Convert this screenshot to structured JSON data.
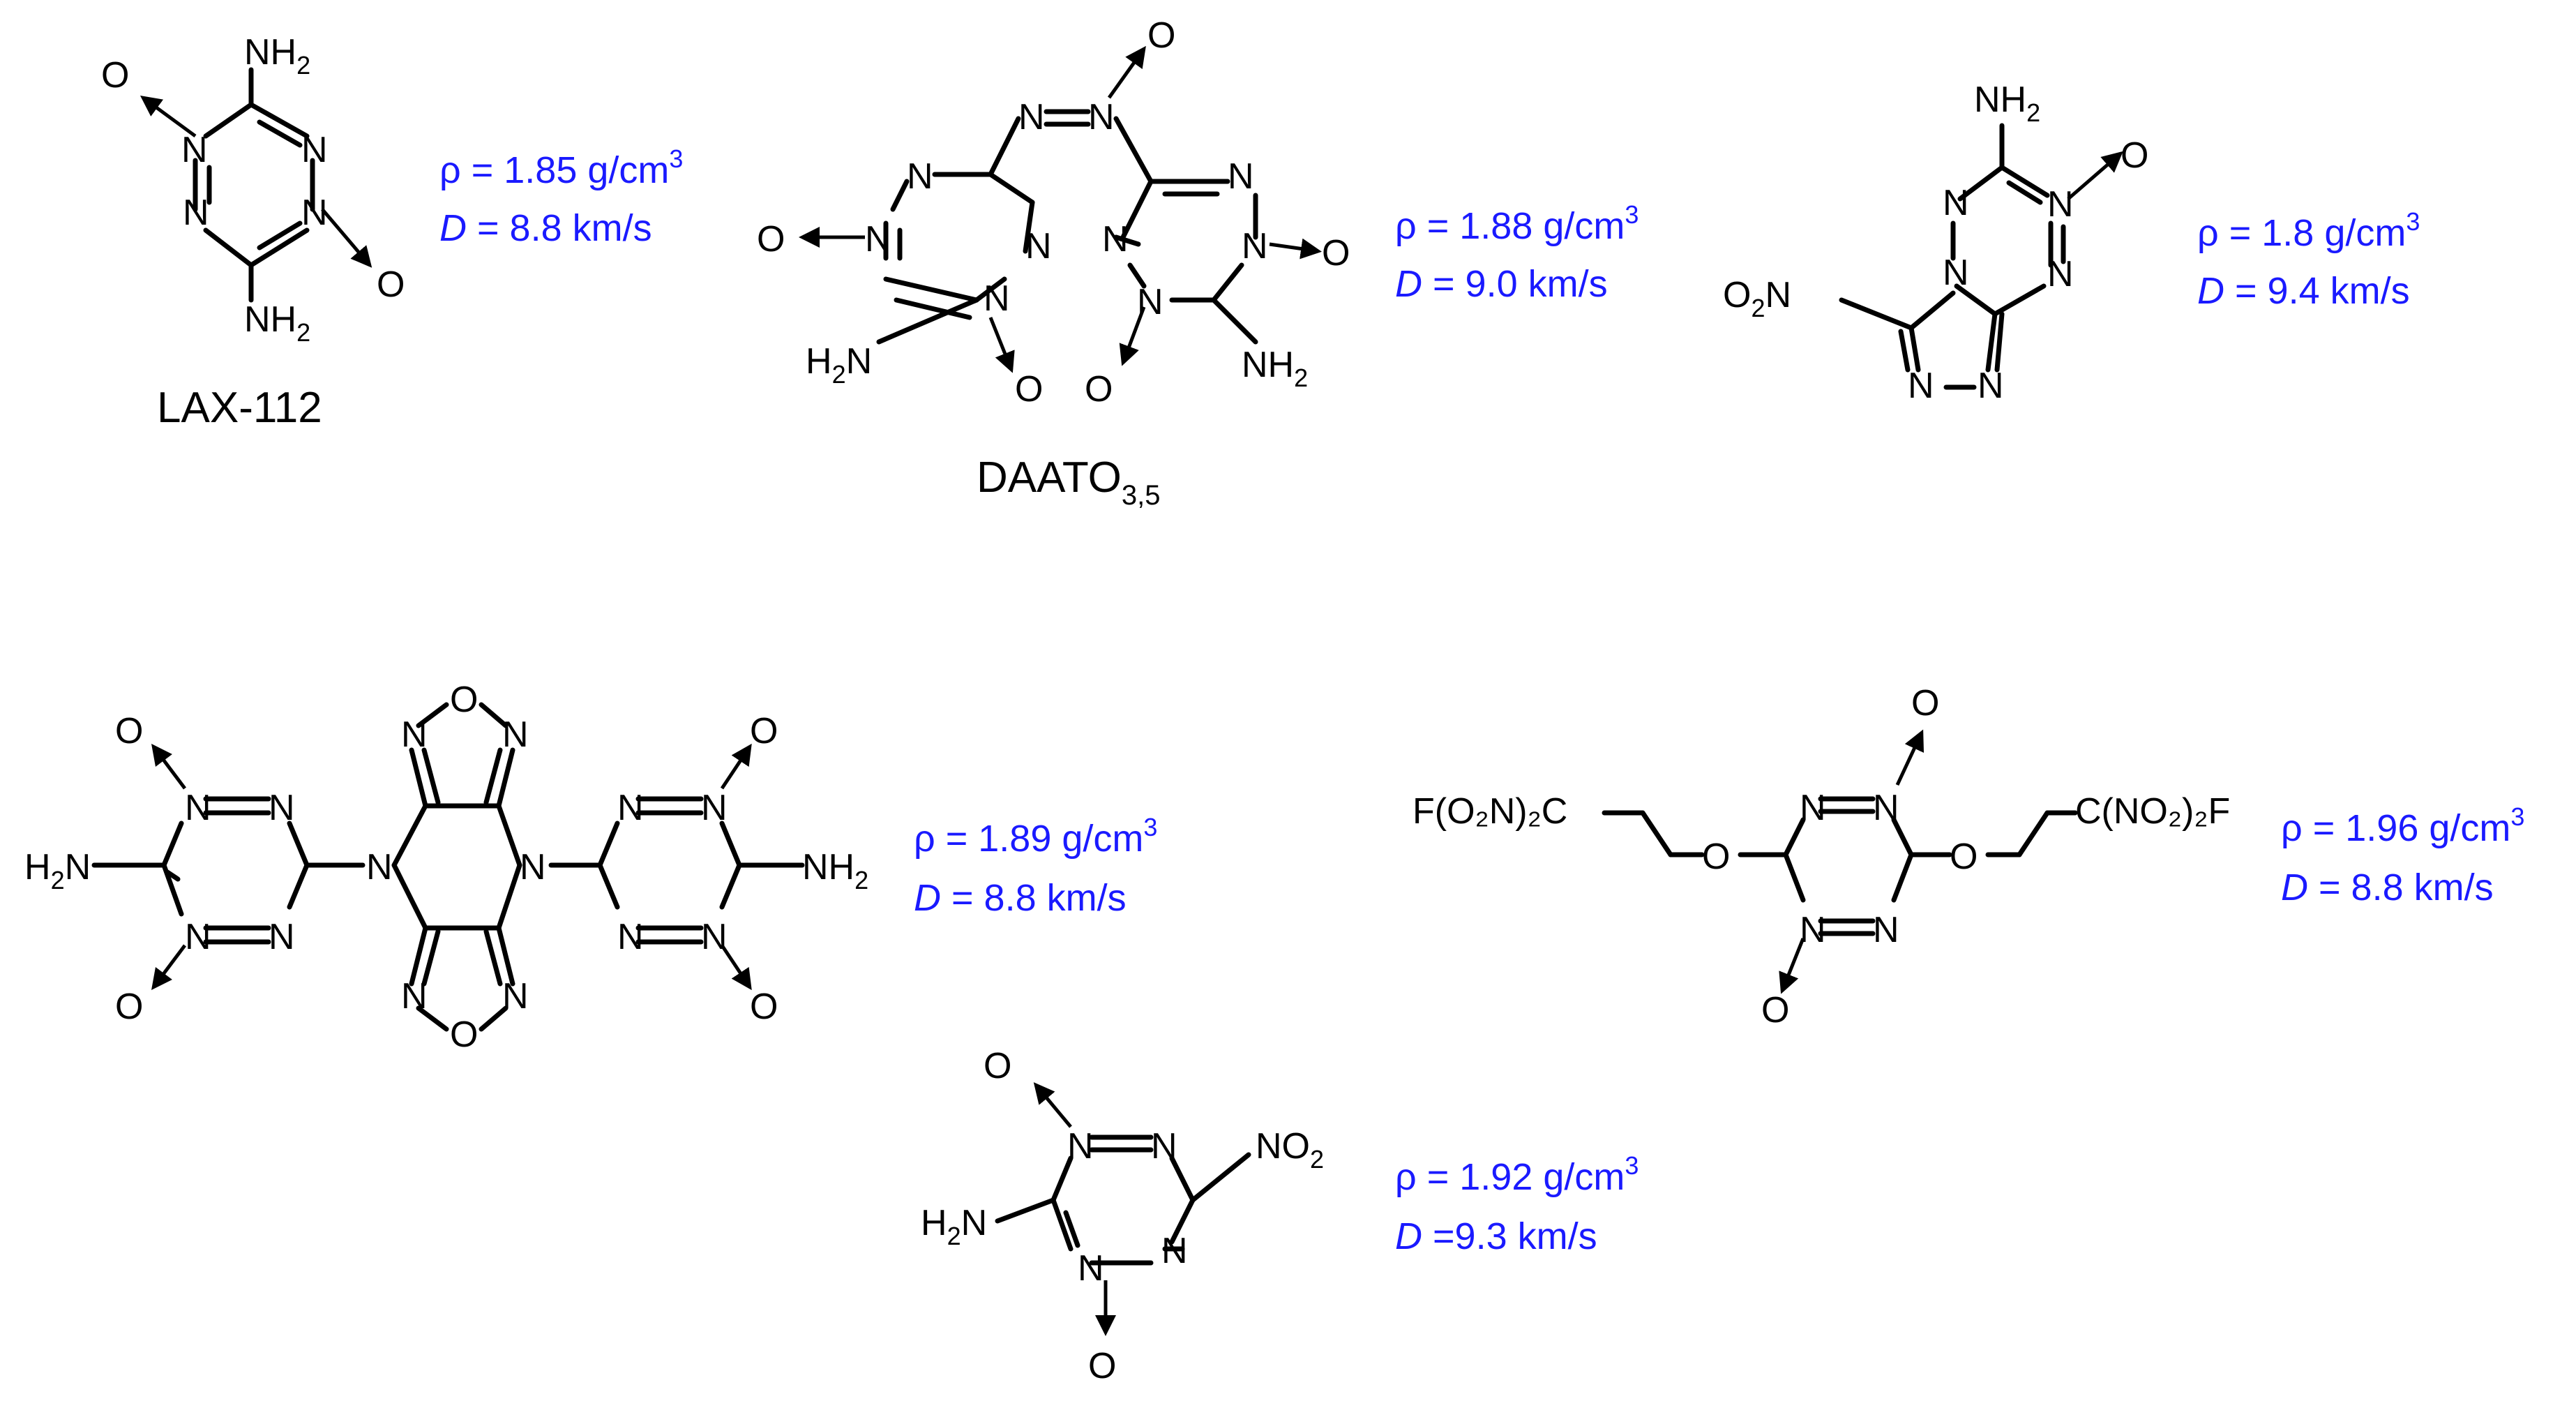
{
  "colors": {
    "property_text": "#1a1aff",
    "structure": "#000000"
  },
  "compounds": {
    "lax112": {
      "name": "LAX-112",
      "density": "ρ = 1.85 g/cm",
      "density_exp": "3",
      "detonation": "= 8.8 km/s"
    },
    "daato": {
      "name": "DAATO",
      "name_sub": "3,5",
      "density": "ρ = 1.88 g/cm",
      "density_exp": "3",
      "detonation": "=  9.0 km/s"
    },
    "triazolo": {
      "density": "ρ = 1.8 g/cm",
      "density_exp": "3",
      "detonation": "= 9.4 km/s"
    },
    "furazan": {
      "density": "ρ = 1.89 g/cm",
      "density_exp": "3",
      "detonation": "=  8.8 km/s"
    },
    "fluoro": {
      "density": "ρ = 1.96 g/cm",
      "density_exp": "3",
      "detonation": "= 8.8 km/s",
      "left_group": "F(O₂N)₂C",
      "right_group": "C(NO₂)₂F"
    },
    "nitro": {
      "density": "ρ = 1.92 g/cm",
      "density_exp": "3",
      "detonation": "=9.3 km/s"
    }
  },
  "detonation_symbol": "D",
  "atoms": {
    "N": "N",
    "O": "O",
    "NH": "NH",
    "H": "H",
    "two": "2"
  }
}
